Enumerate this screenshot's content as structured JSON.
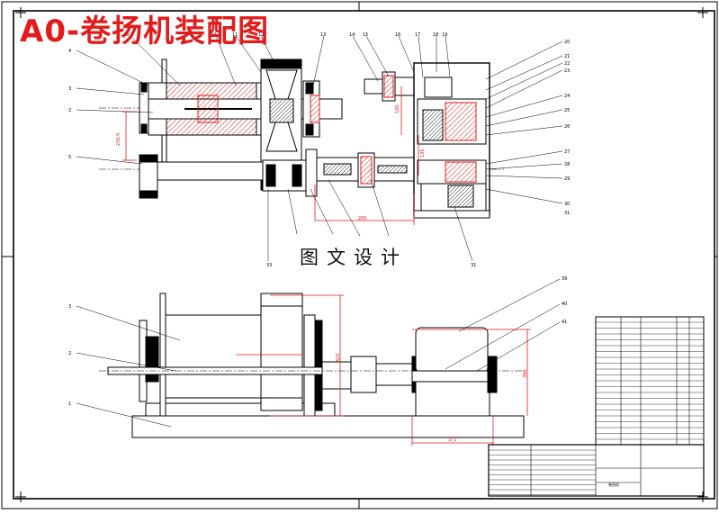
{
  "drawing": {
    "title": "A0-卷扬机装配图",
    "watermark": "图文设计"
  },
  "colors": {
    "ink": "#000000",
    "dimension_red": "#e21b1b",
    "hatch": "#e21b1b",
    "background": "#ffffff"
  },
  "top_view": {
    "part_numbers_left": [
      "4",
      "3",
      "2",
      "5"
    ],
    "part_numbers_top": [
      "8",
      "10",
      "11",
      "12",
      "13",
      "14",
      "15",
      "16",
      "17",
      "18",
      "19"
    ],
    "part_numbers_right": [
      "20",
      "21",
      "22",
      "23",
      "24",
      "25",
      "26",
      "27",
      "28",
      "29",
      "30",
      "31"
    ],
    "part_numbers_bottom": [
      "33",
      "31"
    ],
    "dimensions": [
      "230.5",
      "100",
      "200",
      "135"
    ]
  },
  "front_view": {
    "part_numbers": [
      "3",
      "2",
      "1",
      "39",
      "40",
      "41"
    ],
    "dimensions": [
      "420",
      "390",
      "371"
    ]
  },
  "title_block": {
    "name": "卷扬机"
  }
}
